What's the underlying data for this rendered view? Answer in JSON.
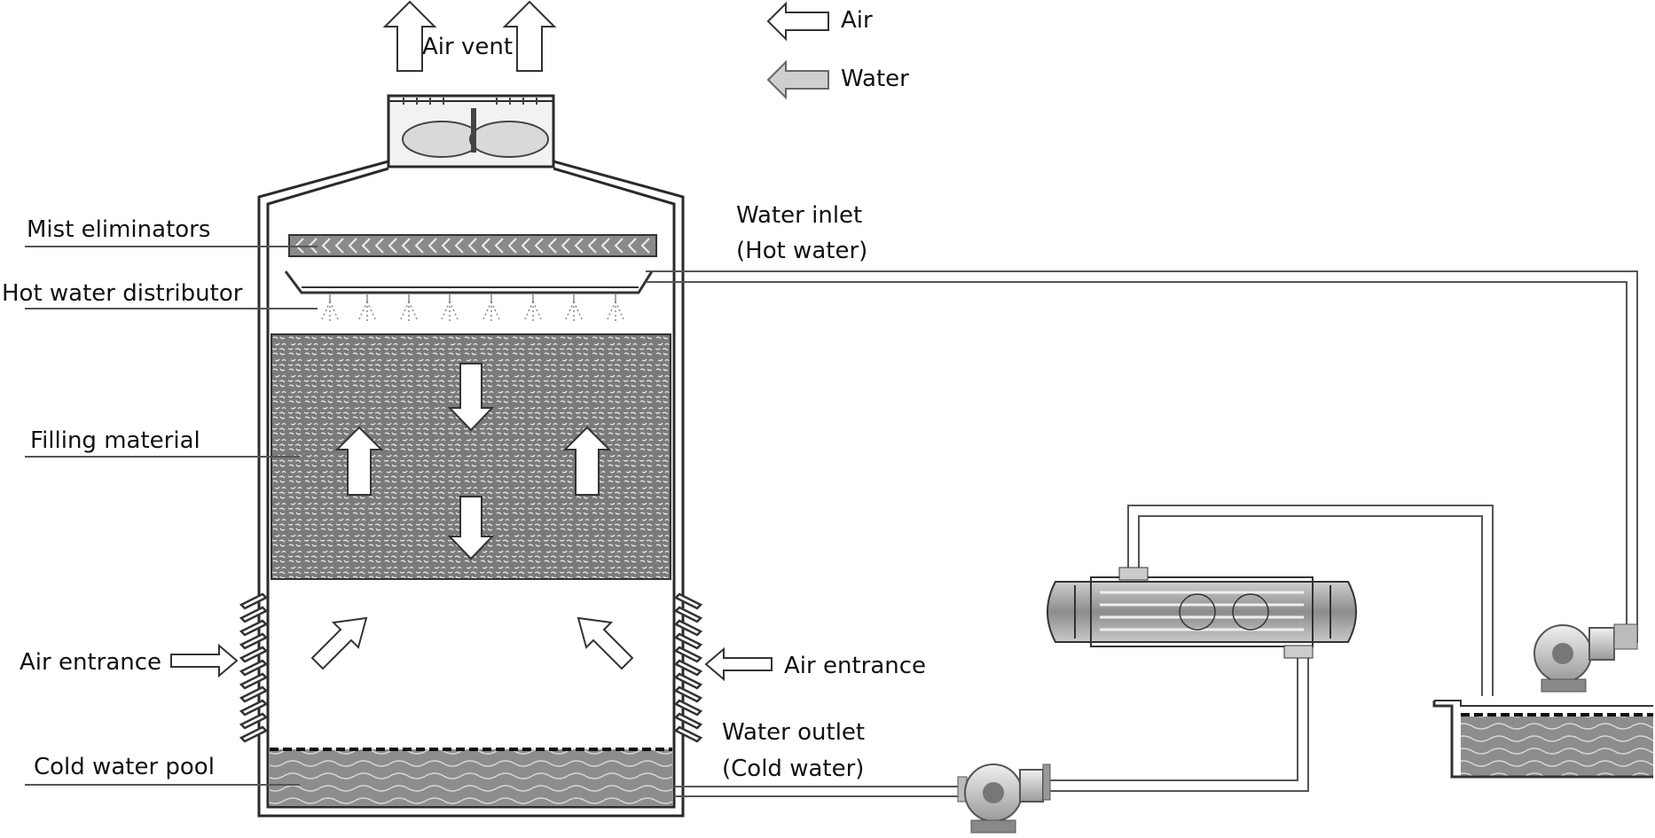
{
  "legend": {
    "air": "Air",
    "water": "Water"
  },
  "labels": {
    "air_vent": "Air vent",
    "mist_eliminators": "Mist eliminators",
    "hot_water_distributor": "Hot water distributor",
    "filling_material": "Filling material",
    "air_entrance_left": "Air entrance",
    "air_entrance_right": "Air entrance",
    "cold_water_pool": "Cold water pool",
    "water_inlet_line1": "Water inlet",
    "water_inlet_line2": "(Hot water)",
    "water_outlet_line1": "Water outlet",
    "water_outlet_line2": "(Cold water)"
  },
  "colors": {
    "outline": "#2a2a2a",
    "fill_material": "#7d7d7d",
    "water": "#8a8a8a",
    "pipe": "#555555",
    "arrow_fill": "#ffffff"
  }
}
